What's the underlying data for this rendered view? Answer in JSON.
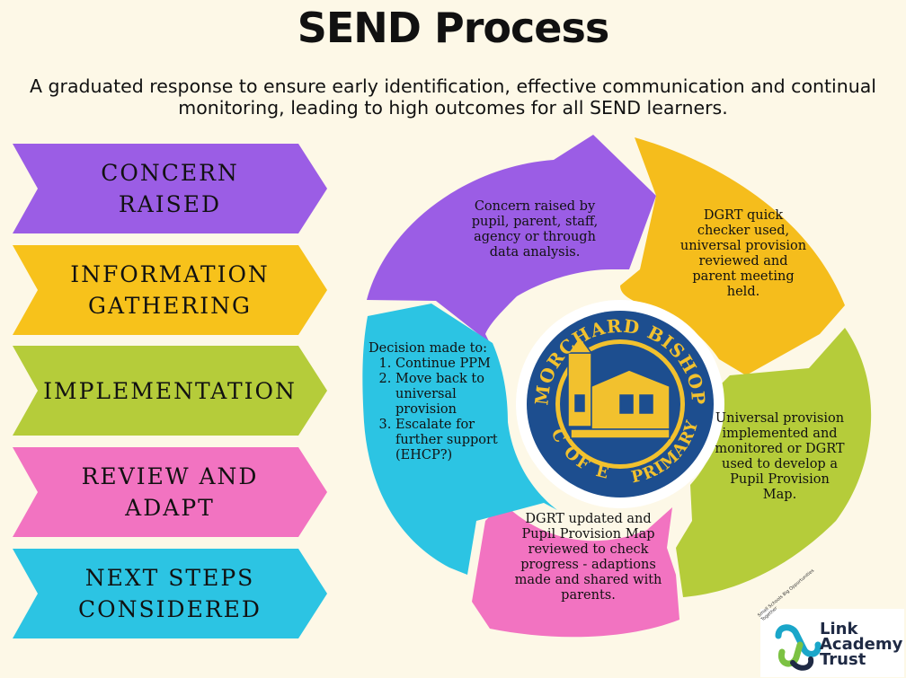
{
  "title": "SEND Process",
  "subtitle": "A graduated response to ensure early identification, effective communication and continual monitoring, leading to high outcomes for all SEND learners.",
  "stages": [
    {
      "label_line1": "CONCERN",
      "label_line2": "RAISED",
      "color": "#9b5de5"
    },
    {
      "label_line1": "INFORMATION",
      "label_line2": "GATHERING",
      "color": "#f7c21b"
    },
    {
      "label_line1": "IMPLEMENTATION",
      "label_line2": "",
      "color": "#b5cc3a"
    },
    {
      "label_line1": "REVIEW AND",
      "label_line2": "ADAPT",
      "color": "#f273c1"
    },
    {
      "label_line1": "NEXT STEPS",
      "label_line2": "CONSIDERED",
      "color": "#2cc4e3"
    }
  ],
  "cycle": {
    "concern": "Concern raised by pupil, parent, staff, agency or through data analysis.",
    "information": "DGRT quick checker used, universal provision reviewed and parent meeting held.",
    "implementation": "Universal provision implemented and monitored or DGRT used to develop a Pupil Provision Map.",
    "review": "DGRT updated and Pupil Provision Map reviewed to check progress - adaptions made and shared with parents.",
    "decision": {
      "intro": "Decision made to:",
      "options": [
        "Continue PPM",
        "Move back to universal provision",
        "Escalate for further support (EHCP?)"
      ]
    }
  },
  "badge": {
    "top_text": "MORCHARD BISHOP",
    "left_text": "C OF E",
    "right_text": "PRIMARY",
    "ring_color": "#1d4e8f",
    "gold_color": "#f2c12e"
  },
  "footer_logo": {
    "name_line1": "Link",
    "name_line2": "Academy",
    "name_line3": "Trust",
    "tagline": "Small Schools Big Opportunities Together"
  }
}
